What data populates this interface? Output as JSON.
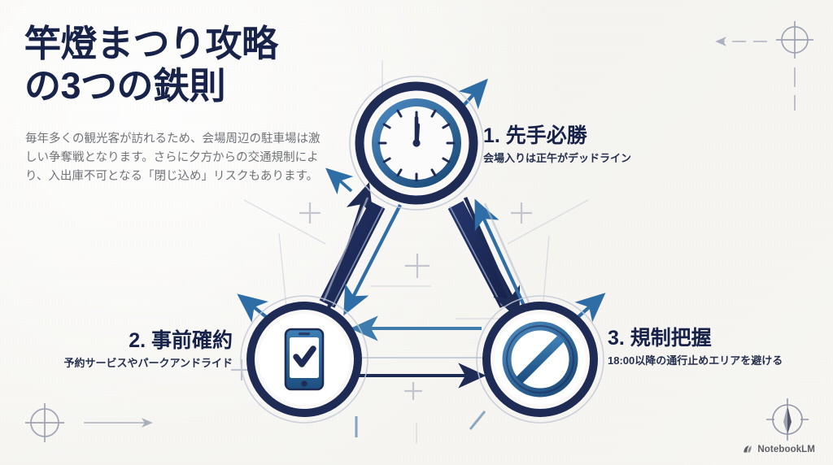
{
  "slide": {
    "background_color": "#f7f6f3",
    "accent_navy": "#1d2b55",
    "accent_blue": "#2d6ba3",
    "title_color": "#18234a",
    "body_color": "#6f7278"
  },
  "headline": {
    "line1": "竿燈まつり攻略",
    "line2": "の3つの鉄則"
  },
  "lead": {
    "text": "毎年多くの観光客が訪れるため、会場周辺の駐車場は激しい争奪戦となります。さらに夕方からの交通規制により、入出庫不可となる「閉じ込め」リスクもあります。"
  },
  "nodes": [
    {
      "id": "node-1",
      "icon": "clock-icon",
      "number": "1.",
      "title": "1. 先手必勝",
      "subtitle": "会場入りは正午がデッドライン",
      "clock_time": "12:00"
    },
    {
      "id": "node-2",
      "icon": "smartphone-check-icon",
      "number": "2.",
      "title": "2. 事前確約",
      "subtitle": "予約サービスやパークアンドライド"
    },
    {
      "id": "node-3",
      "icon": "no-entry-icon",
      "number": "3.",
      "title": "3. 規制把握",
      "subtitle": "18:00以降の通行止めエリアを避ける"
    }
  ],
  "decorations": [
    {
      "name": "crosshair-top-right",
      "type": "crosshair"
    },
    {
      "name": "arrow-left-top-right",
      "type": "dashed-arrow-left"
    },
    {
      "name": "dashed-vertical-top-right",
      "type": "dashed-line"
    },
    {
      "name": "crosshair-bottom-left",
      "type": "crosshair"
    },
    {
      "name": "arrow-right-bottom-left",
      "type": "arrow-right"
    },
    {
      "name": "compass-bottom-right",
      "type": "compass"
    }
  ],
  "watermark": {
    "label": "NotebookLM",
    "icon": "notebooklm-logo-icon"
  }
}
